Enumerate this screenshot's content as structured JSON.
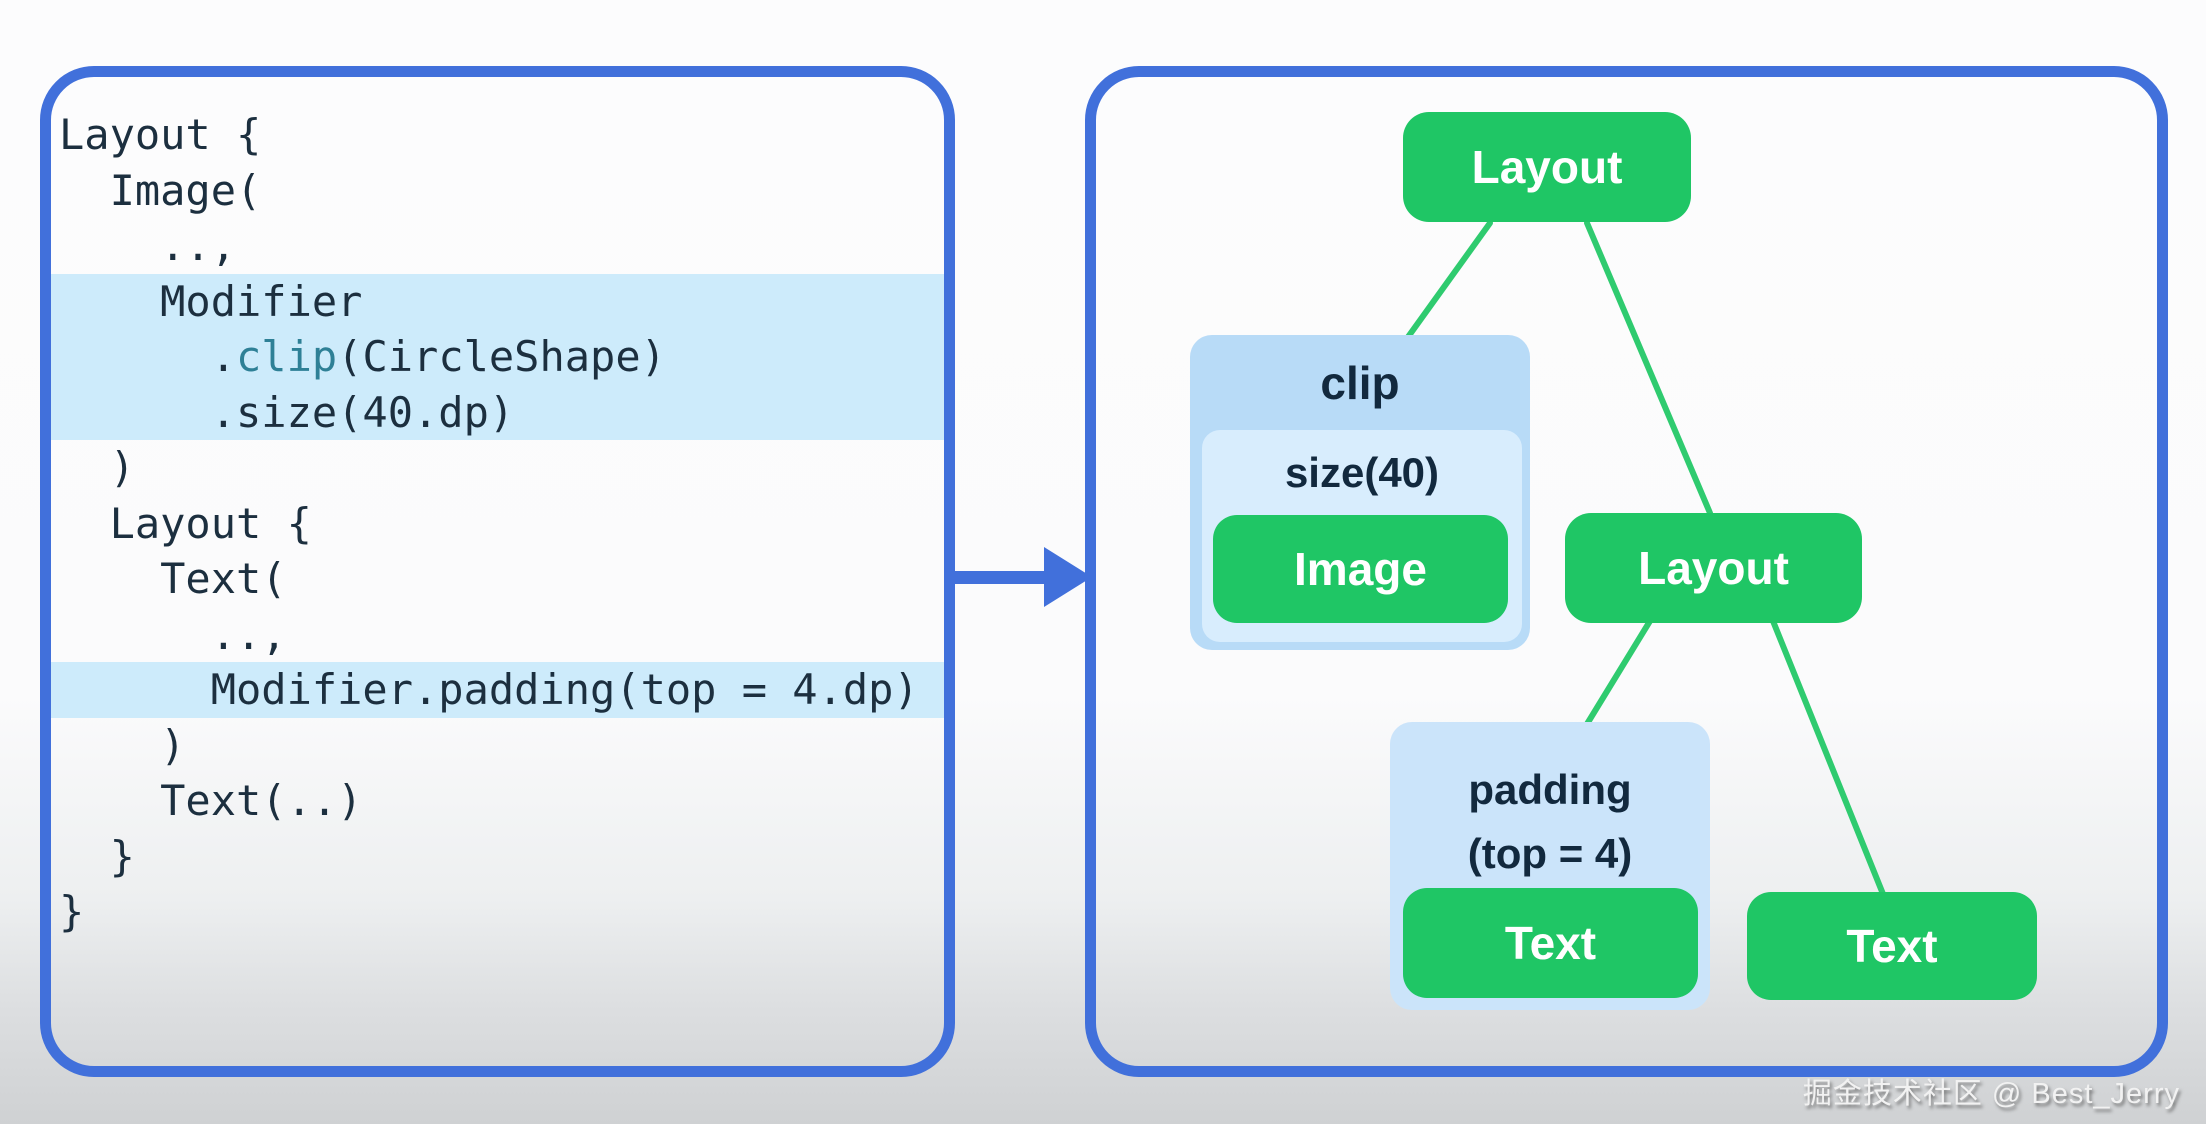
{
  "colors": {
    "panel_border_blue": "#4170db",
    "arrow_blue": "#4170db",
    "node_green": "#1fc665",
    "edge_green": "#2fcb6f",
    "highlight_blue": "#cdebfb",
    "clip_box_blue": "#b8dbf7",
    "size_box_blue": "#d8edfd",
    "padding_box_blue": "#cbe4fa",
    "code_text": "#1c2f3f",
    "code_method_teal": "#2e8096",
    "label_navy": "#12293e"
  },
  "code": {
    "lines": [
      {
        "hl": false,
        "segs": [
          {
            "t": "Layout {",
            "c": "d"
          }
        ]
      },
      {
        "hl": false,
        "segs": [
          {
            "t": "  Image(",
            "c": "d"
          }
        ]
      },
      {
        "hl": false,
        "segs": [
          {
            "t": "    ..,",
            "c": "d"
          }
        ]
      },
      {
        "hl": true,
        "segs": [
          {
            "t": "    Modifier",
            "c": "d"
          }
        ]
      },
      {
        "hl": true,
        "segs": [
          {
            "t": "      .",
            "c": "d"
          },
          {
            "t": "clip",
            "c": "t"
          },
          {
            "t": "(CircleShape)",
            "c": "d"
          }
        ]
      },
      {
        "hl": true,
        "segs": [
          {
            "t": "      .size(40.dp)",
            "c": "d"
          }
        ]
      },
      {
        "hl": false,
        "segs": [
          {
            "t": "  )",
            "c": "d"
          }
        ]
      },
      {
        "hl": false,
        "segs": [
          {
            "t": "  Layout {",
            "c": "d"
          }
        ]
      },
      {
        "hl": false,
        "segs": [
          {
            "t": "    Text(",
            "c": "d"
          }
        ]
      },
      {
        "hl": false,
        "segs": [
          {
            "t": "      ..,",
            "c": "d"
          }
        ]
      },
      {
        "hl": true,
        "segs": [
          {
            "t": "      Modifier.padding(top = 4.dp)",
            "c": "d"
          }
        ]
      },
      {
        "hl": false,
        "segs": [
          {
            "t": "    )",
            "c": "d"
          }
        ]
      },
      {
        "hl": false,
        "segs": [
          {
            "t": "    Text(..)",
            "c": "d"
          }
        ]
      },
      {
        "hl": false,
        "segs": [
          {
            "t": "  }",
            "c": "d"
          }
        ]
      },
      {
        "hl": false,
        "segs": [
          {
            "t": "}",
            "c": "d"
          }
        ]
      }
    ]
  },
  "tree": {
    "nodes": {
      "root": {
        "label": "Layout"
      },
      "clip": {
        "label": "clip"
      },
      "size": {
        "label": "size(40)"
      },
      "image": {
        "label": "Image"
      },
      "layout2": {
        "label": "Layout"
      },
      "padding": {
        "label_top": "padding",
        "label_bottom": "(top = 4)"
      },
      "text1": {
        "label": "Text"
      },
      "text2": {
        "label": "Text"
      }
    }
  },
  "watermark": {
    "text": "掘金技术社区 @ Best_Jerry"
  }
}
